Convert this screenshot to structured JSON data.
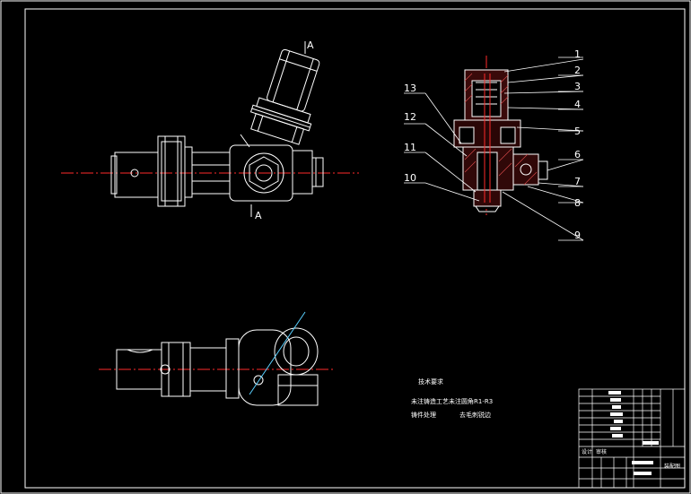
{
  "colors": {
    "background": "#000000",
    "lines": "#ffffff",
    "centerline": "#ff2a2a",
    "hatch": "#d84a4a",
    "dim": "#5ad0ff"
  },
  "section_labels": [
    "A",
    "A"
  ],
  "part_numbers_right": [
    "1",
    "2",
    "3",
    "4",
    "5",
    "6",
    "7",
    "8",
    "9"
  ],
  "part_numbers_left": [
    "13",
    "12",
    "11",
    "10"
  ],
  "notes": {
    "title": "技术要求",
    "line1_a": "未注铸造工艺",
    "line1_b": "未注圆角R1-R3",
    "line2_a": "铸件处理",
    "line2_b": "去毛刺锐边"
  },
  "title_block": {
    "drawing_name": "装配图",
    "material": "",
    "labels": [
      "设计",
      "审核"
    ]
  }
}
